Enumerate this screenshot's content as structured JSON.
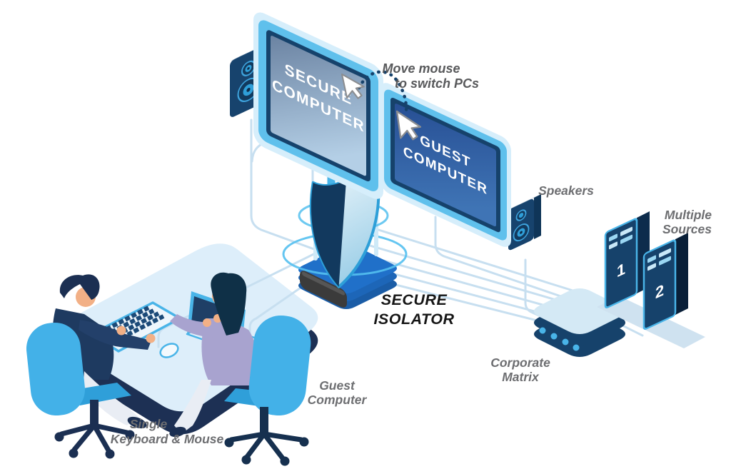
{
  "monitors": {
    "secure": {
      "line1": "SECURE",
      "line2": "COMPUTER"
    },
    "guest": {
      "line1": "GUEST",
      "line2": "COMPUTER"
    }
  },
  "annotation": {
    "line1": "Move mouse",
    "line2": "to switch PCs"
  },
  "labels": {
    "speakers": "Speakers",
    "multiple_sources_line1": "Multiple",
    "multiple_sources_line2": "Sources",
    "secure_isolator_line1": "SECURE",
    "secure_isolator_line2": "ISOLATOR",
    "corporate_matrix_line1": "Corporate",
    "corporate_matrix_line2": "Matrix",
    "guest_computer_line1": "Guest",
    "guest_computer_line2": "Computer",
    "single_keyboard_line1": "Single",
    "single_keyboard_line2": "Keyboard & Mouse"
  },
  "sources": {
    "tower1": "1",
    "tower2": "2"
  },
  "colors": {
    "navy": "#16426b",
    "dark_navy": "#0d2c4c",
    "sky": "#49b4e8",
    "pale_blue": "#d6eaf6",
    "cable": "#c7dff0",
    "isolator_base_blue": "#2070c9",
    "slot_black": "#3b3b3b",
    "label_gray": "#6d6e71",
    "annotation_gray": "#58595b",
    "secure_screen_top": "#6b83a2",
    "secure_screen_bottom": "#b4cfe6",
    "guest_screen_top": "#274f94",
    "guest_screen_bottom": "#3f74b5",
    "desk_top": "#ddeefa",
    "desk_edge": "#1d3054",
    "chair": "#43b1e8",
    "skin": "#f2b086",
    "lavender": "#a8a3cf",
    "shield_outline": "#2d9fd8"
  }
}
